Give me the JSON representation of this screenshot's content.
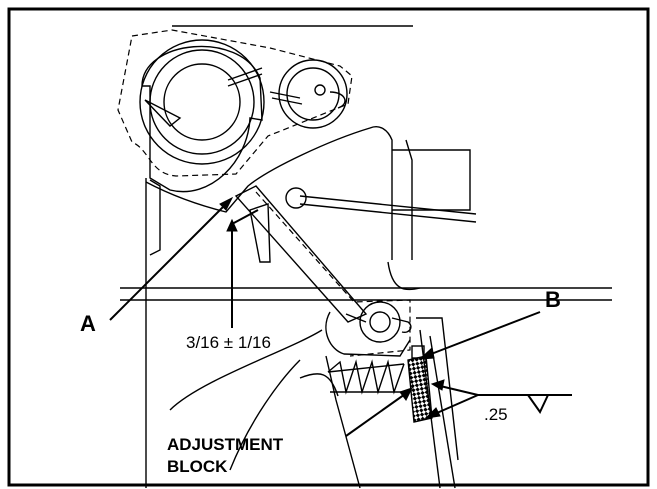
{
  "labels": {
    "a": "A",
    "b": "B",
    "gap_dimension": "3/16 ± 1/16",
    "weld_size": ".25",
    "adjustment_block_line1": "ADJUSTMENT",
    "adjustment_block_line2": "BLOCK"
  }
}
